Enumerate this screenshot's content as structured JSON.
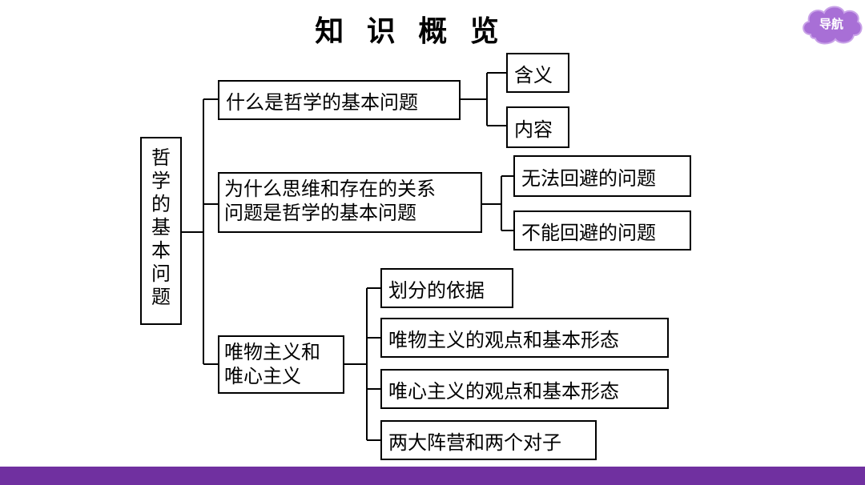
{
  "title": "知 识 概 览",
  "nav": {
    "label": "导航",
    "color": "#a86fd6"
  },
  "root": {
    "chars": [
      "哲",
      "学",
      "的",
      "基",
      "本",
      "问",
      "题"
    ]
  },
  "branches": [
    {
      "label": "什么是哲学的基本问题",
      "children": [
        "含义",
        "内容"
      ]
    },
    {
      "lines": [
        "为什么思维和存在的关系",
        "问题是哲学的基本问题"
      ],
      "children": [
        "无法回避的问题",
        "不能回避的问题"
      ]
    },
    {
      "lines": [
        "唯物主义和",
        "唯心主义"
      ],
      "children": [
        "划分的依据",
        "唯物主义的观点和基本形态",
        "唯心主义的观点和基本形态",
        "两大阵营和两个对子"
      ]
    }
  ],
  "colors": {
    "footer": "#7030a0"
  }
}
